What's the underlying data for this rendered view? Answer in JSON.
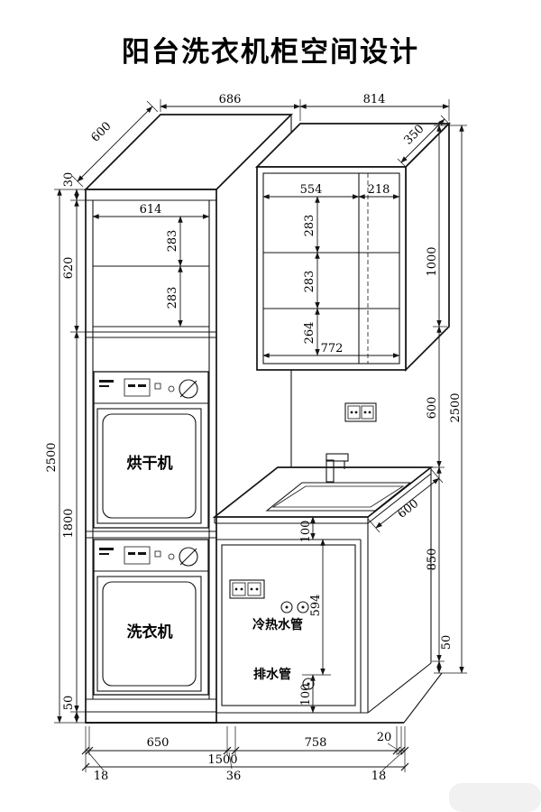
{
  "title": "阳台洗衣机柜空间设计",
  "appliances": {
    "dryer": "烘干机",
    "washer": "洗衣机"
  },
  "plumbing": {
    "pipes": "冷热水管",
    "drain": "排水管"
  },
  "dims": {
    "w686": "686",
    "w814": "814",
    "depth600": "600",
    "t30": "30",
    "shelf614": "614",
    "g283a": "283",
    "g283b": "283",
    "h620": "620",
    "h2500l": "2500",
    "h1800": "1800",
    "p50l": "50",
    "w554": "554",
    "w218": "218",
    "g283c": "283",
    "g283d": "283",
    "g264": "264",
    "w772": "772",
    "d350": "350",
    "h1000": "1000",
    "gap600": "600",
    "h850": "850",
    "p50r": "50",
    "h2500r": "2500",
    "cdepth600": "600",
    "c100": "100",
    "p594": "594",
    "d100": "100",
    "b650": "650",
    "b758": "758",
    "b1500": "1500",
    "b36": "36",
    "b20": "20",
    "b18l": "18",
    "b18r": "18"
  }
}
